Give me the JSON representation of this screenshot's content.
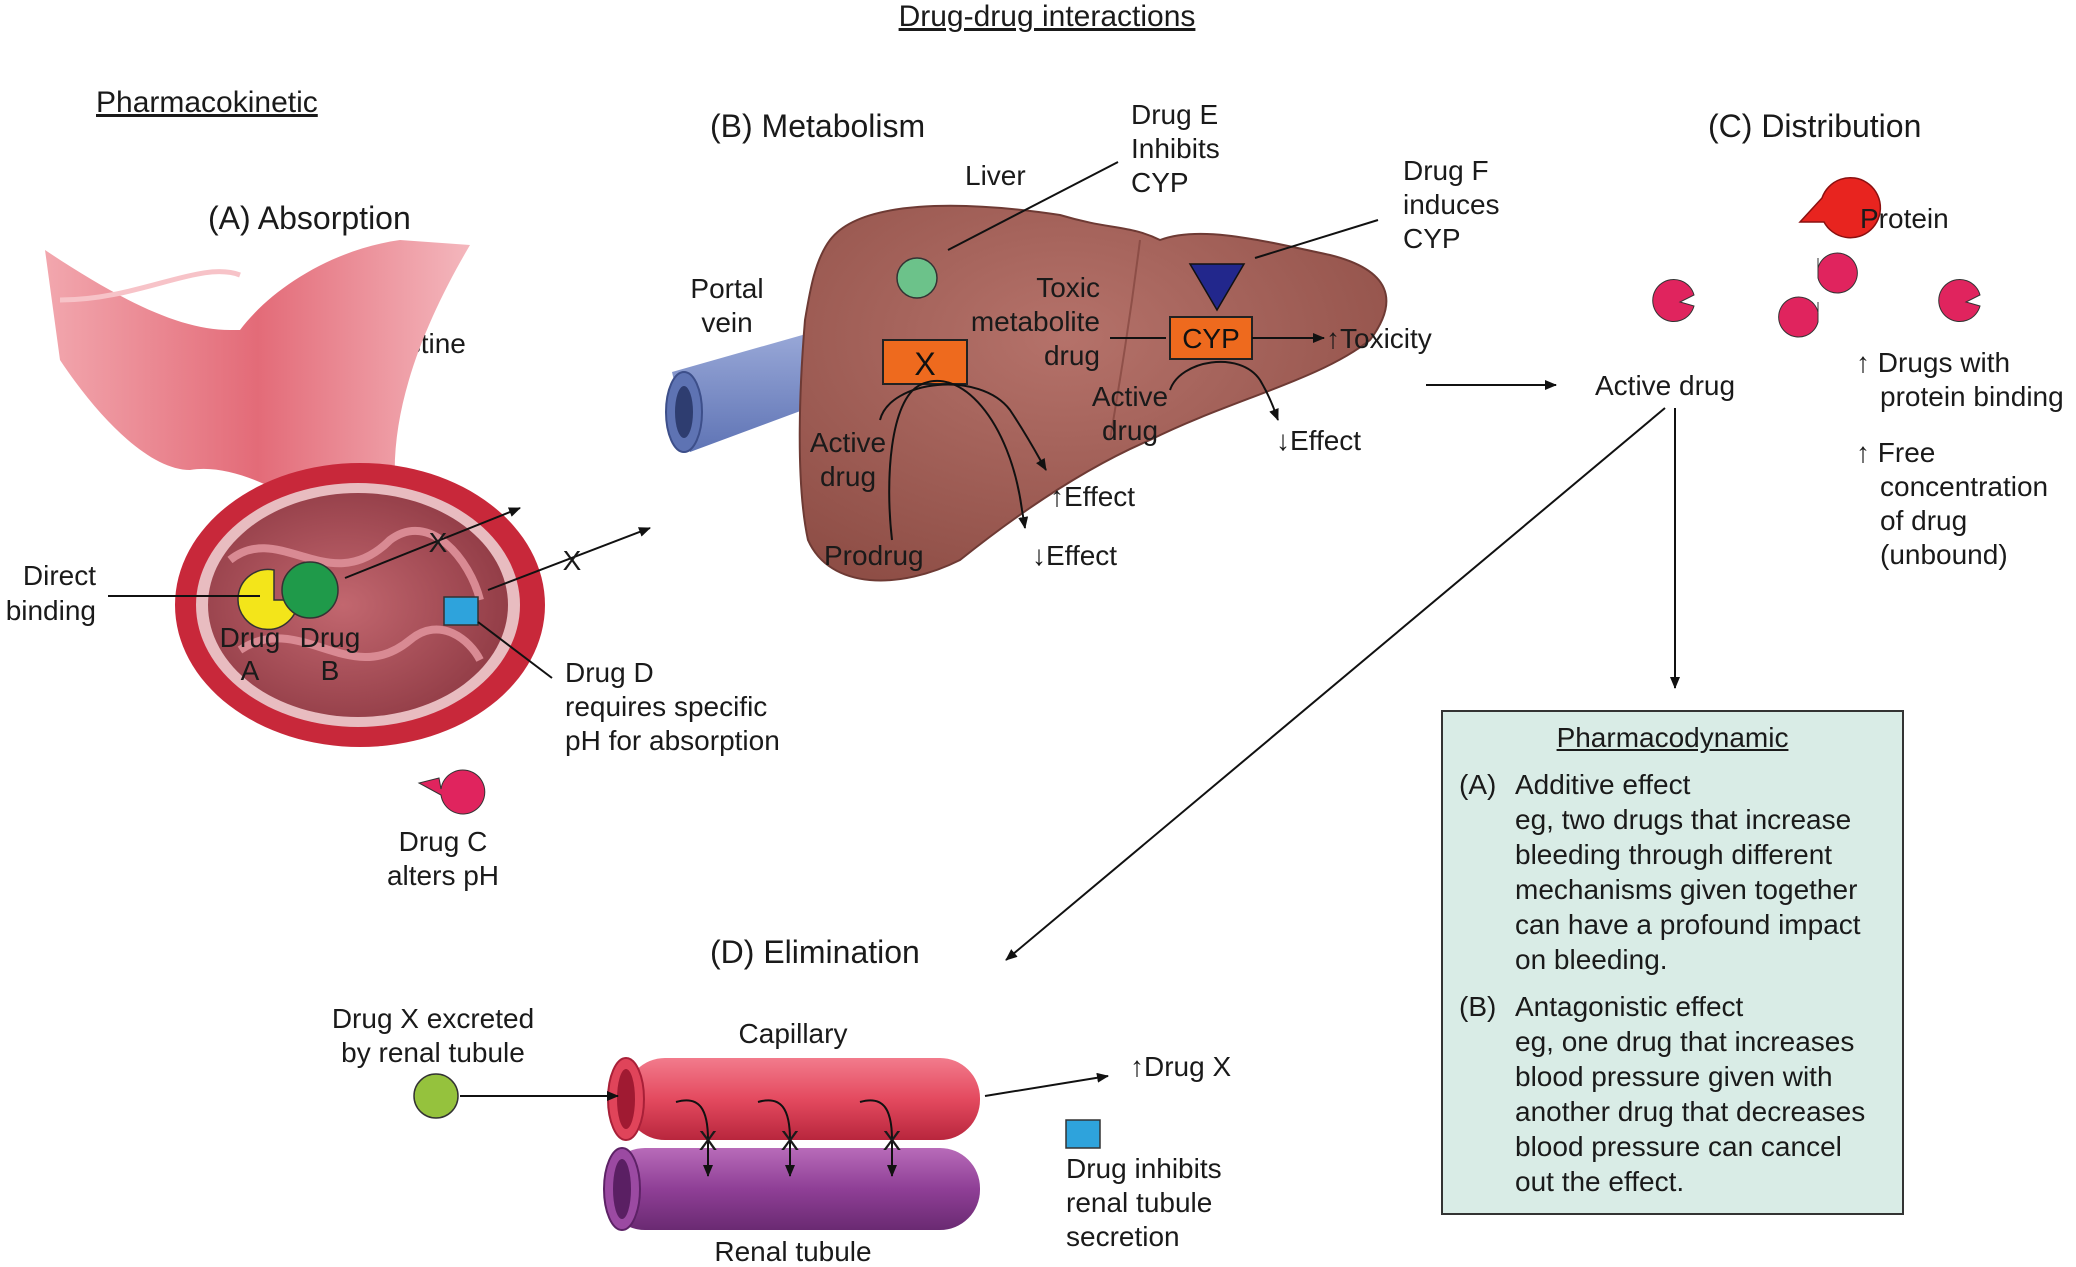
{
  "title": "Drug-drug interactions",
  "section_pk": "Pharmacokinetic",
  "absorption": {
    "heading": "(A) Absorption",
    "intestine": "Intestine",
    "direct_binding": [
      "Direct",
      "binding"
    ],
    "drug_a": [
      "Drug",
      "A"
    ],
    "drug_b": [
      "Drug",
      "B"
    ],
    "drug_c": [
      "Drug C",
      "alters pH"
    ],
    "drug_d": [
      "Drug D",
      "requires specific",
      "pH for absorption"
    ],
    "blocked_mark": "X"
  },
  "metabolism": {
    "heading": "(B) Metabolism",
    "liver": "Liver",
    "portal_vein": [
      "Portal",
      "vein"
    ],
    "drug_e": [
      "Drug E",
      "Inhibits",
      "CYP"
    ],
    "drug_f": [
      "Drug F",
      "induces",
      "CYP"
    ],
    "toxic": [
      "Toxic",
      "metabolite",
      "drug"
    ],
    "cyp": "CYP",
    "x_box": "X",
    "active_drug_left": [
      "Active",
      "drug"
    ],
    "active_drug_right": [
      "Active",
      "drug"
    ],
    "prodrug": "Prodrug",
    "up_effect": "↑Effect",
    "down_effect_left": "↓Effect",
    "down_effect_right": "↓Effect",
    "up_toxicity": "↑Toxicity"
  },
  "active_drug": "Active drug",
  "distribution": {
    "heading": "(C) Distribution",
    "protein": "Protein",
    "note1": [
      "↑ Drugs with",
      "protein binding"
    ],
    "note2": [
      "↑ Free",
      "concentration",
      "of drug",
      "(unbound)"
    ]
  },
  "elimination": {
    "heading": "(D) Elimination",
    "capillary": "Capillary",
    "renal_tubule": "Renal tubule",
    "drug_x": [
      "Drug X excreted",
      "by renal tubule"
    ],
    "up_drug_x": "↑Drug X",
    "inhibitor": [
      "Drug inhibits",
      "renal tubule",
      "secretion"
    ]
  },
  "pharmacodynamic": {
    "title": "Pharmacodynamic",
    "items": [
      {
        "letter": "(A)",
        "heading": "Additive effect",
        "desc": "eg, two drugs that increase bleeding through different mechanisms given together can have a profound impact on bleeding."
      },
      {
        "letter": "(B)",
        "heading": "Antagonistic effect",
        "desc": "eg, one drug that increases blood pressure given with another drug that decreases blood pressure can cancel out the effect."
      }
    ]
  },
  "colors": {
    "intestine_red": "#c8283a",
    "liver_brown": "#9c5a50",
    "vein_blue": "#7b8fc7",
    "cyp_orange": "#ee6a1e",
    "drug_pink": "#e0245e",
    "drug_yellow": "#f3e51a",
    "drug_green": "#1f9a4a",
    "drug_d_blue": "#2ea3dc",
    "drug_e_green": "#6cc28a",
    "drug_f_navy": "#22278c",
    "drug_x_lime": "#95c23d",
    "tubule_purple": "#8a3a8f",
    "pd_bg": "#d9ece6"
  }
}
